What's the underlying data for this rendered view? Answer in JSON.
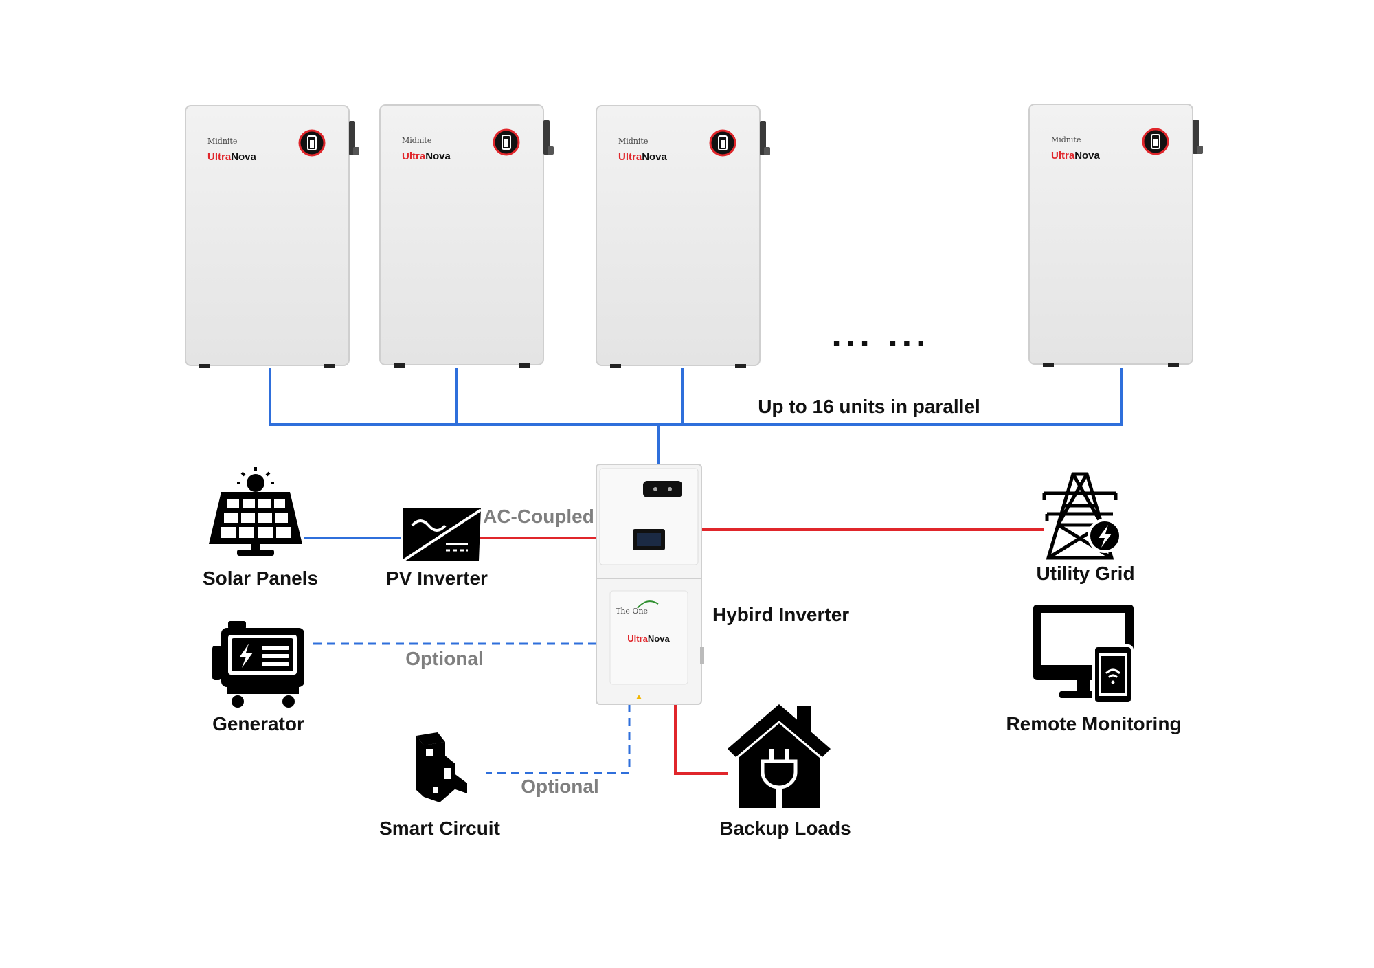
{
  "colors": {
    "dc_line": "#2f6fdb",
    "ac_line": "#e0262b",
    "battery_body": "#ececec",
    "brand_red": "#e0262b",
    "icon": "#000000",
    "label": "#111111",
    "label_muted": "#7f7f7f"
  },
  "battery": {
    "logo_text": "Midnite",
    "brand_prefix": "Ultra",
    "brand_suffix": "Nova"
  },
  "batteries": [
    {
      "id": "battery-1"
    },
    {
      "id": "battery-2"
    },
    {
      "id": "battery-3"
    },
    {
      "id": "battery-n"
    }
  ],
  "ellipsis": "... ...",
  "parallel_note": "Up to 16 units in parallel",
  "inverter": {
    "label": "Hybird Inverter",
    "logo_text": "The One",
    "brand_prefix": "Ultra",
    "brand_suffix": "Nova"
  },
  "nodes": {
    "solar": {
      "label": "Solar Panels",
      "icon": "solar-panel-icon"
    },
    "pv_inverter": {
      "label": "PV Inverter",
      "icon": "pv-inverter-icon"
    },
    "generator": {
      "label": "Generator",
      "icon": "generator-icon"
    },
    "smart_circuit": {
      "label": "Smart Circuit",
      "icon": "circuit-breaker-icon"
    },
    "backup_loads": {
      "label": "Backup Loads",
      "icon": "house-plug-icon"
    },
    "utility_grid": {
      "label": "Utility Grid",
      "icon": "power-tower-icon"
    },
    "remote_monitoring": {
      "label": "Remote Monitoring",
      "icon": "monitor-phone-icon"
    }
  },
  "connections": {
    "ac_coupled": "AC-Coupled",
    "generator_optional": "Optional",
    "smart_circuit_optional": "Optional"
  }
}
